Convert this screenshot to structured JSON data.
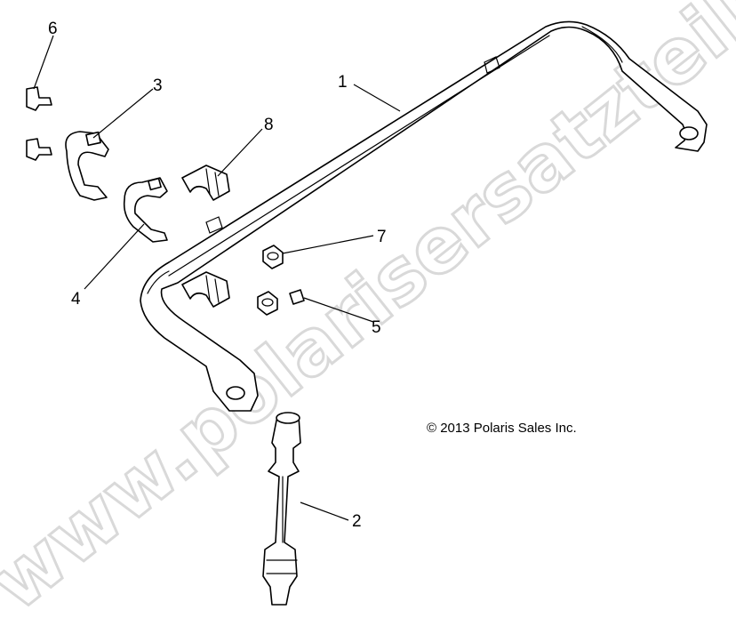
{
  "callouts": [
    {
      "id": "1",
      "label": "1"
    },
    {
      "id": "2",
      "label": "2"
    },
    {
      "id": "3",
      "label": "3"
    },
    {
      "id": "4",
      "label": "4"
    },
    {
      "id": "5",
      "label": "5"
    },
    {
      "id": "6",
      "label": "6"
    },
    {
      "id": "7",
      "label": "7"
    },
    {
      "id": "8",
      "label": "8"
    }
  ],
  "copyright": "© 2013 Polaris Sales Inc.",
  "watermark": "www.polarisersatzteile.de",
  "colors": {
    "line": "#000000",
    "watermark_outline": "#d9d9d9",
    "background": "#ffffff"
  }
}
